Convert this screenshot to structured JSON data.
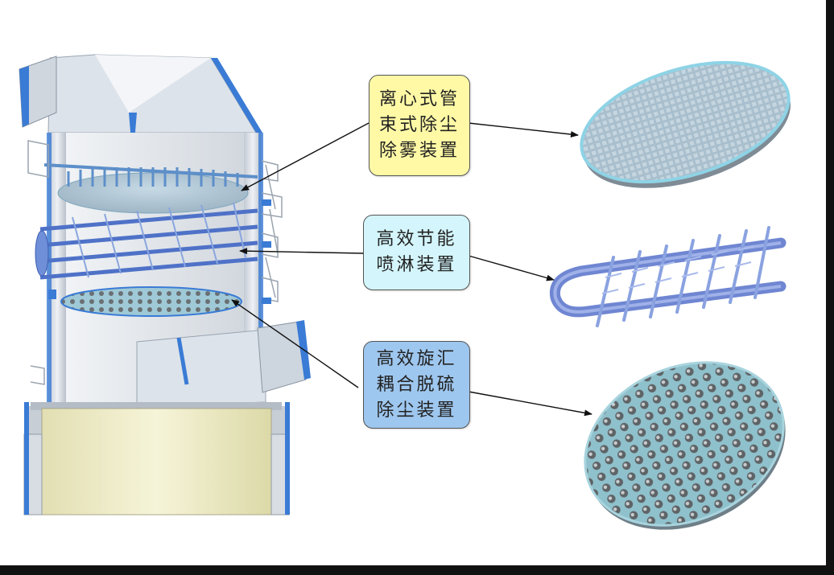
{
  "labels": {
    "box1": "离心式管\n束式除尘\n除雾装置",
    "box2": "高效节能\n喷淋装置",
    "box3": "高效旋汇\n耦合脱硫\n除尘装置"
  },
  "colors": {
    "box1": "#fff9a6",
    "box2": "#d3f5fb",
    "box3": "#9ec7ef",
    "tower_blue": "#3a7bd5",
    "tower_body": "#d9dde3",
    "base": "#efeecb"
  }
}
